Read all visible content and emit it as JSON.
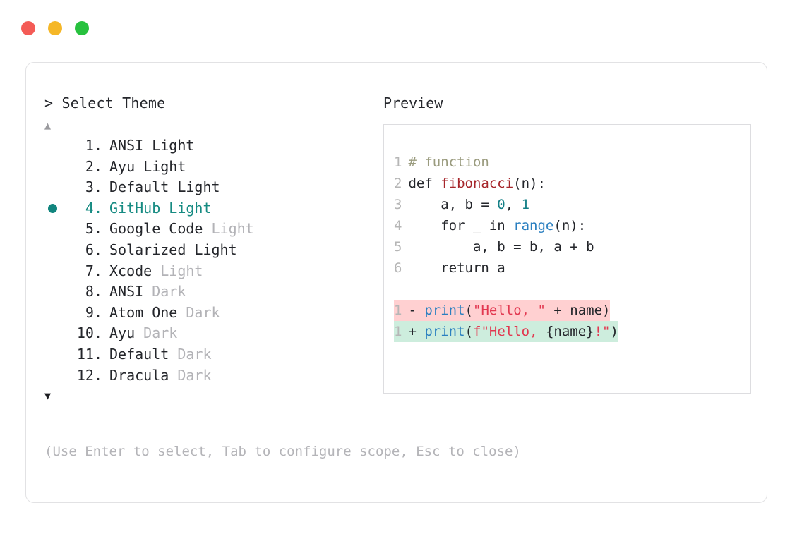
{
  "window": {
    "dots": [
      {
        "name": "close",
        "color": "#f45b56"
      },
      {
        "name": "minimize",
        "color": "#f5b728"
      },
      {
        "name": "maximize",
        "color": "#27c13e"
      }
    ]
  },
  "left": {
    "prompt_symbol": ">",
    "prompt_label": "Select Theme",
    "scroll_up_icon": "▲",
    "scroll_down_icon": "▼",
    "selected_index": 4,
    "selected_marker": "●",
    "items": [
      {
        "index": "1.",
        "name": "ANSI",
        "suffix": "Light",
        "suffix_muted": false,
        "selected": false
      },
      {
        "index": "2.",
        "name": "Ayu",
        "suffix": "Light",
        "suffix_muted": false,
        "selected": false
      },
      {
        "index": "3.",
        "name": "Default",
        "suffix": "Light",
        "suffix_muted": false,
        "selected": false
      },
      {
        "index": "4.",
        "name": "GitHub",
        "suffix": "Light",
        "suffix_muted": false,
        "selected": true
      },
      {
        "index": "5.",
        "name": "Google Code",
        "suffix": "Light",
        "suffix_muted": true,
        "selected": false
      },
      {
        "index": "6.",
        "name": "Solarized",
        "suffix": "Light",
        "suffix_muted": false,
        "selected": false
      },
      {
        "index": "7.",
        "name": "Xcode",
        "suffix": "Light",
        "suffix_muted": true,
        "selected": false
      },
      {
        "index": "8.",
        "name": "ANSI",
        "suffix": "Dark",
        "suffix_muted": true,
        "selected": false
      },
      {
        "index": "9.",
        "name": "Atom One",
        "suffix": "Dark",
        "suffix_muted": true,
        "selected": false
      },
      {
        "index": "10.",
        "name": "Ayu",
        "suffix": "Dark",
        "suffix_muted": true,
        "selected": false
      },
      {
        "index": "11.",
        "name": "Default",
        "suffix": "Dark",
        "suffix_muted": true,
        "selected": false
      },
      {
        "index": "12.",
        "name": "Dracula",
        "suffix": "Dark",
        "suffix_muted": true,
        "selected": false
      }
    ]
  },
  "right": {
    "title": "Preview",
    "code_lines": [
      {
        "no": "1",
        "tokens": [
          {
            "t": "# function",
            "c": "comment"
          }
        ]
      },
      {
        "no": "2",
        "tokens": [
          {
            "t": "def ",
            "c": "plain"
          },
          {
            "t": "fibonacci",
            "c": "fn"
          },
          {
            "t": "(n):",
            "c": "plain"
          }
        ]
      },
      {
        "no": "3",
        "tokens": [
          {
            "t": "    a, b = ",
            "c": "plain"
          },
          {
            "t": "0",
            "c": "num"
          },
          {
            "t": ", ",
            "c": "plain"
          },
          {
            "t": "1",
            "c": "num"
          }
        ]
      },
      {
        "no": "4",
        "tokens": [
          {
            "t": "    for _ in ",
            "c": "plain"
          },
          {
            "t": "range",
            "c": "builtin"
          },
          {
            "t": "(n):",
            "c": "plain"
          }
        ]
      },
      {
        "no": "5",
        "tokens": [
          {
            "t": "        a, b = b, a + b",
            "c": "plain"
          }
        ]
      },
      {
        "no": "6",
        "tokens": [
          {
            "t": "    return a",
            "c": "plain"
          }
        ]
      }
    ],
    "diff_lines": [
      {
        "no": "1",
        "kind": "del",
        "sign": "- ",
        "tokens": [
          {
            "t": "print",
            "c": "builtin"
          },
          {
            "t": "(",
            "c": "plain"
          },
          {
            "t": "\"Hello, \"",
            "c": "str"
          },
          {
            "t": " + name)",
            "c": "plain"
          }
        ]
      },
      {
        "no": "1",
        "kind": "add",
        "sign": "+ ",
        "tokens": [
          {
            "t": "print",
            "c": "builtin"
          },
          {
            "t": "(",
            "c": "plain"
          },
          {
            "t": "f\"Hello, ",
            "c": "str"
          },
          {
            "t": "{name}",
            "c": "plain"
          },
          {
            "t": "!\"",
            "c": "str"
          },
          {
            "t": ")",
            "c": "plain"
          }
        ]
      }
    ]
  },
  "footer": {
    "hint": "(Use Enter to select, Tab to configure scope, Esc to close)"
  },
  "colors": {
    "accent_teal": "#168b82",
    "diff_del_bg": "#ffd0d1",
    "diff_add_bg": "#cdeddd",
    "muted_text": "#b3b3b7"
  }
}
